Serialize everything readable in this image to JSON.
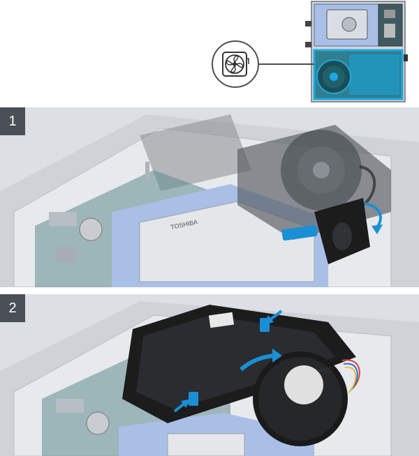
{
  "steps": [
    {
      "number": "1"
    },
    {
      "number": "2"
    }
  ],
  "callout": {
    "icon": "system-fan-icon"
  },
  "colors": {
    "highlight": "#1ea7e1",
    "arrow": "#1a8fd6",
    "hdd_cage": "#a9bfe6",
    "board": "#3b6d72",
    "fan": "#1c1c1c",
    "badge": "#4a4f55"
  },
  "labels": {
    "hdd_brand": "TOSHIBA",
    "fan_brand": "AVC"
  }
}
